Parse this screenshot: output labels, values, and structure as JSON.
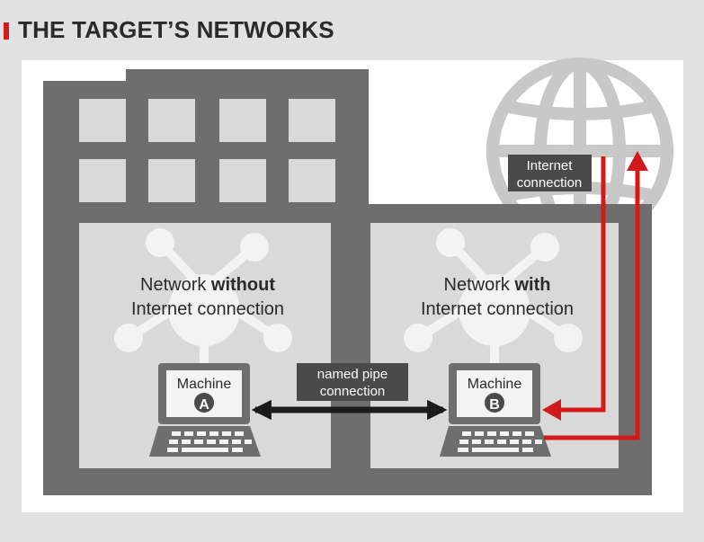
{
  "title": "THE TARGET’S NETWORKS",
  "networks": {
    "left": {
      "line1_prefix": "Network ",
      "line1_bold": "without",
      "line2": "Internet connection"
    },
    "right": {
      "line1_prefix": "Network ",
      "line1_bold": "with",
      "line2": "Internet connection"
    }
  },
  "machines": {
    "a": {
      "label": "Machine",
      "badge": "A"
    },
    "b": {
      "label": "Machine",
      "badge": "B"
    }
  },
  "named_pipe": {
    "line1": "named pipe",
    "line2": "connection"
  },
  "internet": {
    "line1": "Internet",
    "line2": "connection"
  },
  "icons": [
    "globe-icon",
    "network-hub-icon",
    "laptop-icon",
    "double-arrow-icon"
  ],
  "colors": {
    "accent": "#d21a1a",
    "building": "#6e6e6e",
    "zone": "#d9d9d9",
    "background": "#e1e1e1"
  }
}
